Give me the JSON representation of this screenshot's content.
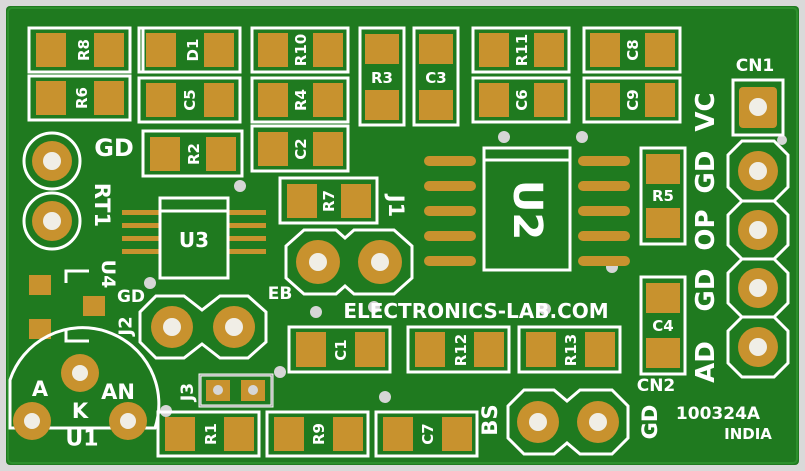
{
  "board": {
    "brand": "ELECTRONICS-LAB.COM",
    "code": "100324A",
    "country": "INDIA",
    "colors": {
      "solder_mask": "#1f7a1f",
      "silk": "#ffffff",
      "pad": "#c8922e",
      "edge": "#d9d9d9"
    }
  },
  "components": {
    "R8": "R8",
    "D1": "D1",
    "R10": "R10",
    "R3": "R3",
    "C3": "C3",
    "R11": "R11",
    "C8": "C8",
    "R6": "R6",
    "C5": "C5",
    "R4": "R4",
    "C6": "C6",
    "C9": "C9",
    "R2": "R2",
    "C2": "C2",
    "R7": "R7",
    "R5": "R5",
    "U3": "U3",
    "U2": "U2",
    "U4": "U4",
    "U1": "U1",
    "C1": "C1",
    "R12": "R12",
    "R13": "R13",
    "C4": "C4",
    "R1": "R1",
    "R9": "R9",
    "C7": "C7"
  },
  "connectors": {
    "CN1": "CN1",
    "CN2": "CN2",
    "J1": "J1",
    "J2": "J2",
    "J3": "J3",
    "RT1": "RT1"
  },
  "pin_labels": {
    "gd_left": "GD",
    "gd_j2": "GD",
    "eb": "EB",
    "a": "A",
    "k": "K",
    "an": "AN",
    "bs": "BS",
    "gd_cn2": "GD",
    "vc": "VC",
    "gd1": "GD",
    "op": "OP",
    "gd2": "GD",
    "ad": "AD"
  }
}
